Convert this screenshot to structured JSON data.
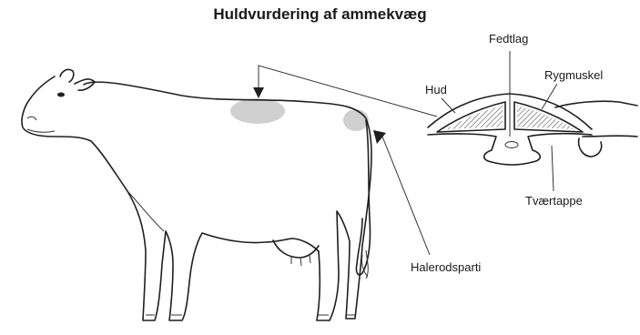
{
  "title": "Huldvurdering af ammekvæg",
  "labels": {
    "fedtlag": "Fedtlag",
    "rygmuskel": "Rygmuskel",
    "hud": "Hud",
    "tvaertappe": "Tværtappe",
    "halerodsparti": "Halerodsparti"
  },
  "colors": {
    "line": "#1f1f1f",
    "highlight": "#d0d0d0",
    "background": "#ffffff"
  },
  "icons": [
    "arrow-down-icon",
    "arrow-pointer-icon"
  ]
}
